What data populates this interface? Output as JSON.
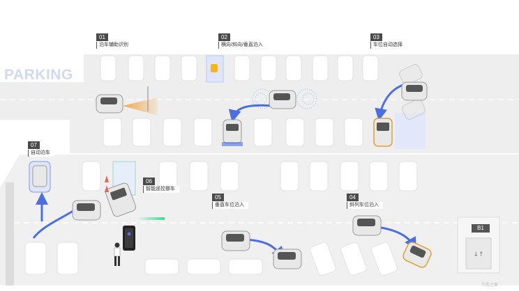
{
  "brand_text": "PARKING",
  "level_sign": "B1",
  "watermark": "汽车之家",
  "colors": {
    "floor": "#ededed",
    "lot": "#f7f7f7",
    "slot": "#ffffff",
    "accent_blue": "#4b6fe0",
    "accent_green": "#3ddc97",
    "sensor_orange": "#f0a23a",
    "parking_text": "#cfd9f2"
  },
  "features": [
    {
      "id": "01",
      "caption": "泊车辅助识别"
    },
    {
      "id": "02",
      "caption": "横向/斜向/垂直泊入"
    },
    {
      "id": "03",
      "caption": "车位自动选择"
    },
    {
      "id": "04",
      "caption": "斜列车位泊入"
    },
    {
      "id": "05",
      "caption": "垂直车位泊入"
    },
    {
      "id": "06",
      "caption": "智能遥控挪车"
    },
    {
      "id": "07",
      "caption": "自动泊车"
    }
  ]
}
